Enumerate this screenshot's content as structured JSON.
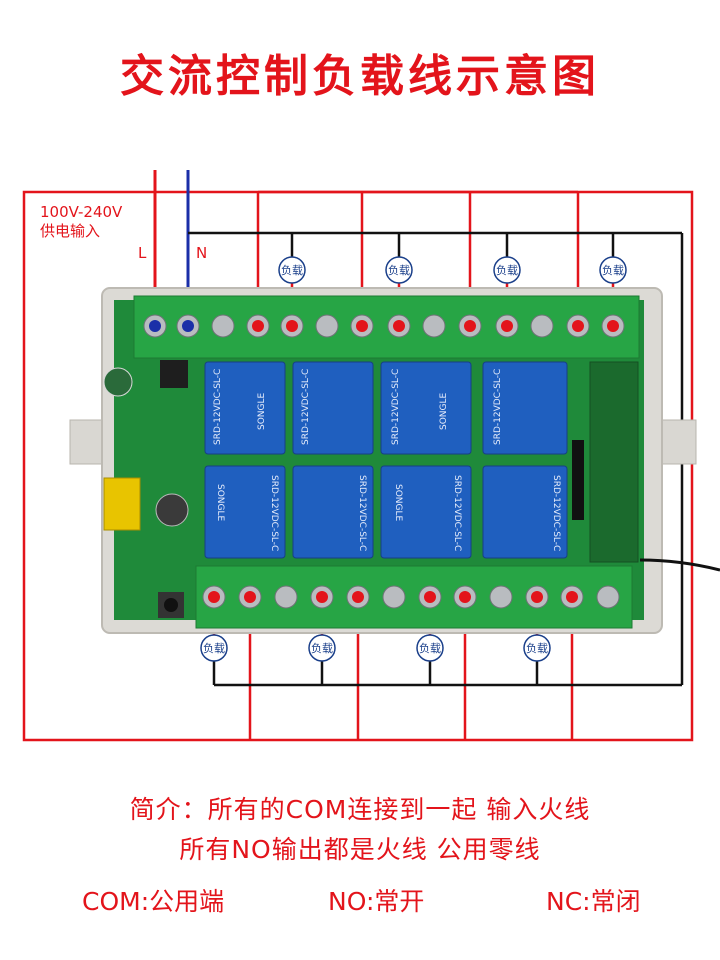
{
  "title": "交流控制负载线示意图",
  "supply": {
    "voltage": "100V-240V",
    "label": "供电输入"
  },
  "line_labels": {
    "live": "L",
    "neutral": "N"
  },
  "load_label": "负载",
  "relay_model": "SRD-12VDC-SL-C",
  "relay_brand": "SONGLE",
  "notes": {
    "line1": "简介：所有的COM连接到一起 输入火线",
    "line2": "所有NO输出都是火线 公用零线"
  },
  "legend": {
    "com": "COM:公用端",
    "no": "NO:常开",
    "nc": "NC:常闭"
  },
  "colors": {
    "wire_red": "#e3141b",
    "wire_black": "#111111",
    "wire_blue": "#1b2fa8",
    "board_green": "#1f8a3a",
    "terminal_green": "#27a545",
    "relay_blue": "#1f5fbf",
    "case_gray": "#dcdad5"
  }
}
